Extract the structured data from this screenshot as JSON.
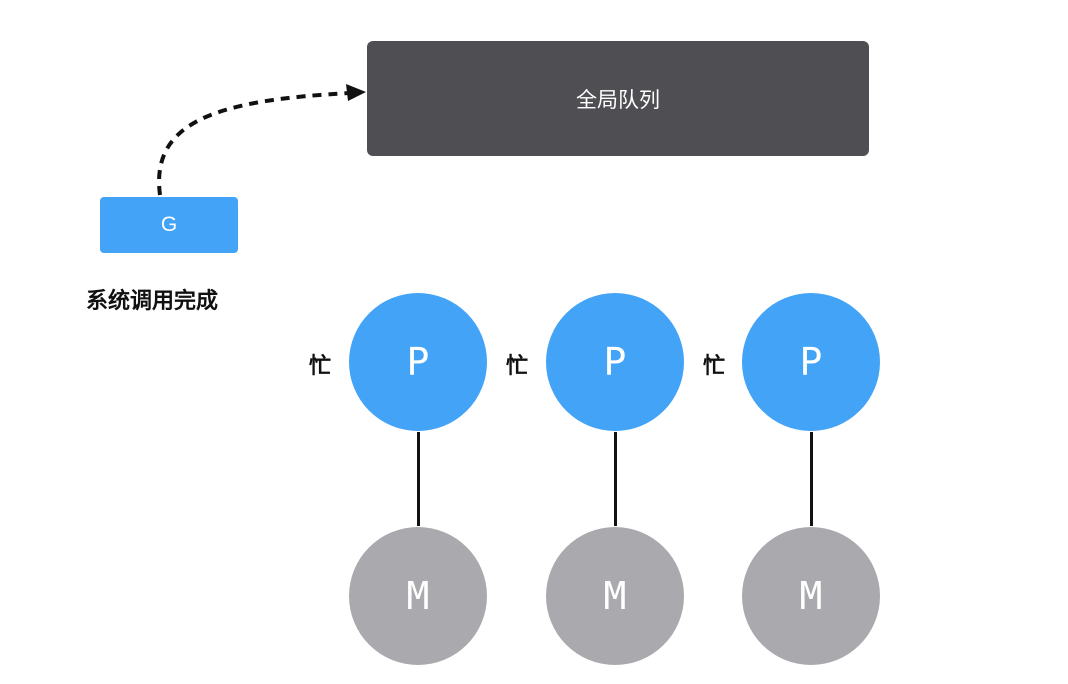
{
  "colors": {
    "queue_bg": "#4f4e52",
    "goroutine_bg": "#42a3f7",
    "processor_bg": "#42a3f7",
    "machine_bg": "#aaa9ae",
    "line": "#111111"
  },
  "global_queue": {
    "label": "全局队列"
  },
  "goroutine": {
    "label": "G",
    "caption": "系统调用完成"
  },
  "processors": [
    {
      "label": "P",
      "status": "忙"
    },
    {
      "label": "P",
      "status": "忙"
    },
    {
      "label": "P",
      "status": "忙"
    }
  ],
  "machines": [
    {
      "label": "M"
    },
    {
      "label": "M"
    },
    {
      "label": "M"
    }
  ]
}
